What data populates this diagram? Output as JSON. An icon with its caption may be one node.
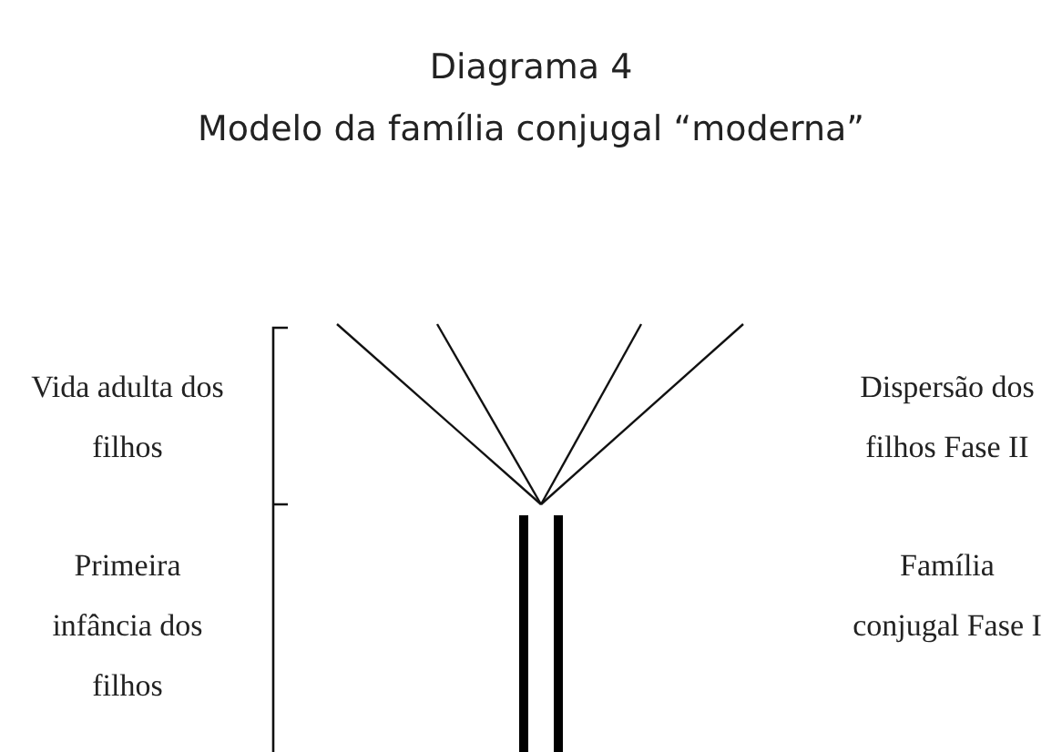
{
  "diagram": {
    "title": "Diagrama 4",
    "labels": [
      "Modelo da família conjugal “moderna”",
      "Vida adulta dos filhos",
      "Dispersão dos filhos Fase II",
      "Primeira infância dos filhos",
      "Família conjugal Fase I"
    ]
  }
}
